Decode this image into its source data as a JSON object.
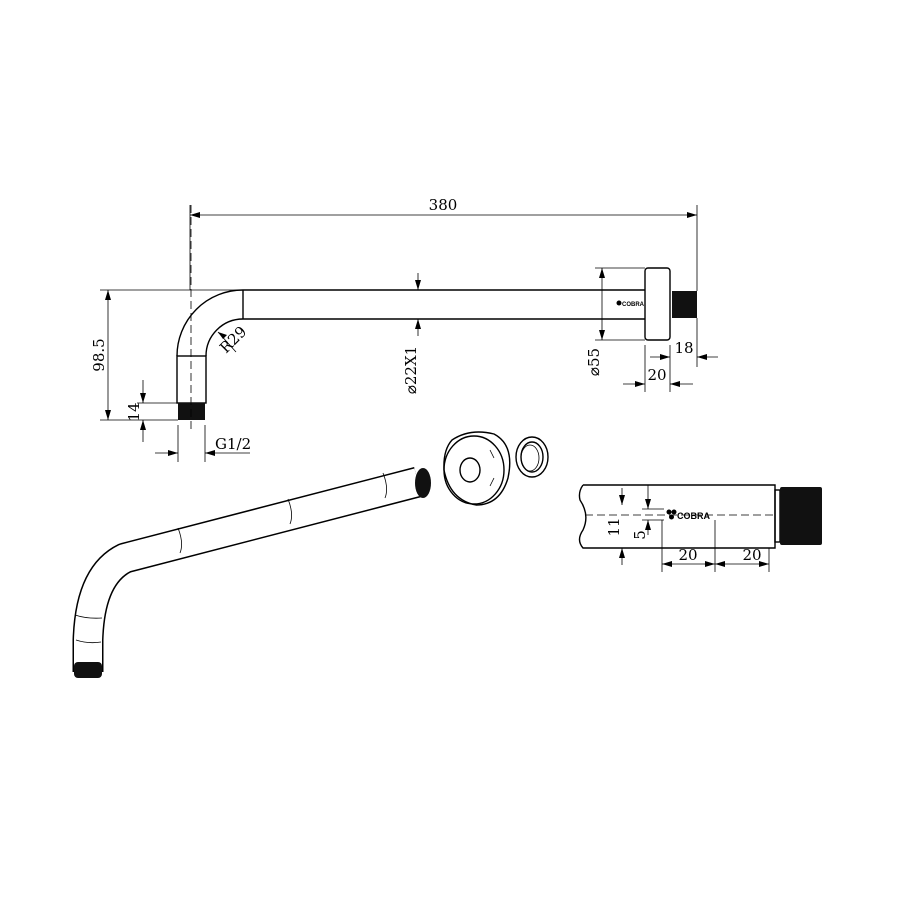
{
  "dimensions": {
    "overall_length": "380",
    "height": "98.5",
    "bend_radius": "R29",
    "thread_length": "14",
    "thread_size": "G1/2",
    "pipe_diameter": "⌀22X1",
    "flange_diameter": "⌀55",
    "flange_thread_length": "18",
    "flange_width": "20"
  },
  "detail": {
    "logo": "COBRA",
    "logo_height": "11",
    "logo_offset": "5",
    "spacing_left": "20",
    "spacing_right": "20"
  },
  "colors": {
    "line": "#000000",
    "background": "#ffffff"
  }
}
